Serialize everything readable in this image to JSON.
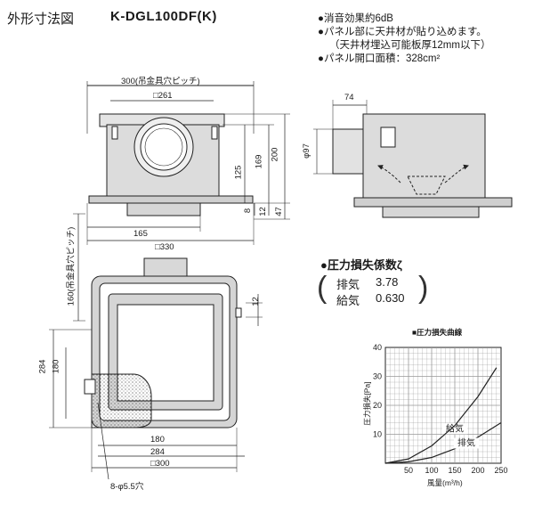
{
  "header": {
    "title": "外形寸法図",
    "model": "K-DGL100DF(K)"
  },
  "notes": [
    "●消音効果約6dB",
    "●パネル部に天井材が貼り込めます。",
    "（天井材埋込可能板厚12mm以下）",
    "●パネル開口面積：328cm²"
  ],
  "front_view": {
    "dims": {
      "top_pitch": "300(吊金具穴ピッチ)",
      "duct": "□261",
      "h125": "125",
      "h169": "169",
      "h200": "200",
      "h8": "8",
      "h12": "12",
      "h47": "47",
      "w165": "165",
      "w330": "□330"
    }
  },
  "side_view": {
    "dims": {
      "w74": "74",
      "phi97": "φ97"
    }
  },
  "plan_view": {
    "dims": {
      "pitch_vertical": "160(吊金具穴ピッチ)",
      "h12": "12",
      "h284": "284",
      "h180": "180",
      "w180": "180",
      "w284": "284",
      "w300": "□300",
      "holes": "8-φ5.5穴"
    }
  },
  "pressure_coef": {
    "title": "●圧力損失係数ζ",
    "rows": [
      {
        "label": "排気",
        "value": "3.78"
      },
      {
        "label": "給気",
        "value": "0.630"
      }
    ]
  },
  "chart_data": {
    "type": "line",
    "title": "■圧力損失曲線",
    "xlabel": "風量(m³/h)",
    "ylabel": "圧力損失[Pa]",
    "xlim": [
      0,
      250
    ],
    "ylim": [
      0,
      40
    ],
    "x_ticks": [
      "50",
      "100",
      "150",
      "200",
      "250"
    ],
    "y_ticks": [
      "10",
      "20",
      "30",
      "40"
    ],
    "grid": true,
    "series": [
      {
        "name": "給気",
        "x": [
          0,
          50,
          100,
          150,
          200,
          250
        ],
        "y": [
          0,
          0.5,
          2,
          5,
          9,
          14
        ]
      },
      {
        "name": "排気",
        "x": [
          0,
          50,
          100,
          150,
          200,
          240
        ],
        "y": [
          0,
          1.5,
          6,
          13,
          23,
          33
        ]
      }
    ]
  }
}
